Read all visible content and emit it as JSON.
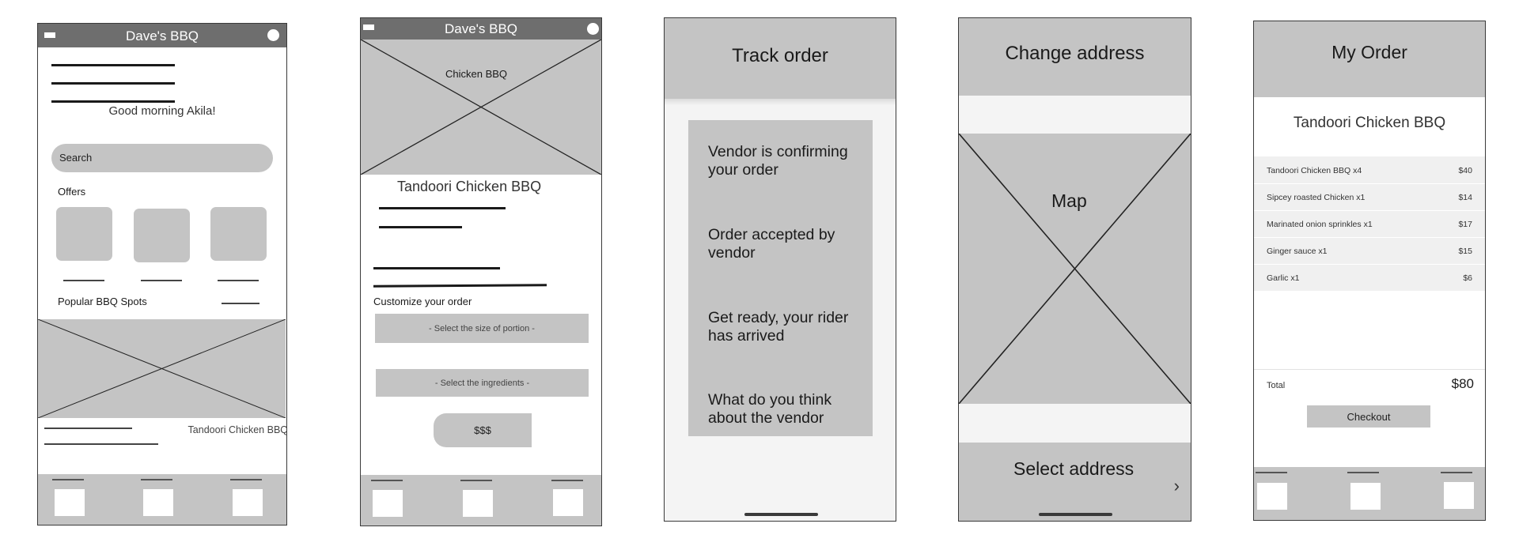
{
  "screen1": {
    "title": "Dave's BBQ",
    "greeting": "Good morning Akila!",
    "search_placeholder": "Search",
    "offers_label": "Offers",
    "popular_label": "Popular BBQ Spots",
    "card_title": "Tandoori Chicken BBQ"
  },
  "screen2": {
    "title": "Dave's BBQ",
    "banner_label": "Chicken BBQ",
    "dish_title": "Tandoori Chicken BBQ",
    "customize_label": "Customize your order",
    "portion_select": "- Select the size of portion -",
    "ingredients_select": "- Select the ingredients -",
    "price_button": "$$$"
  },
  "screen3": {
    "title": "Track order",
    "steps": [
      "Vendor is confirming your order",
      "Order accepted by vendor",
      "Get ready, your rider has arrived",
      "What do you think about the vendor"
    ]
  },
  "screen4": {
    "title": "Change address",
    "map_label": "Map",
    "select_label": "Select address",
    "chevron": "›"
  },
  "screen5": {
    "title": "My Order",
    "dish_title": "Tandoori Chicken BBQ",
    "items": [
      {
        "name": "Tandoori Chicken BBQ x4",
        "price": "$40"
      },
      {
        "name": "Sipcey roasted Chicken x1",
        "price": "$14"
      },
      {
        "name": "Marinated onion sprinkles x1",
        "price": "$17"
      },
      {
        "name": "Ginger sauce  x1",
        "price": "$15"
      },
      {
        "name": "Garlic x1",
        "price": "$6"
      }
    ],
    "total_label": "Total",
    "total_value": "$80",
    "checkout_label": "Checkout"
  },
  "colors": {
    "placeholder_gray": "#c4c4c4",
    "header_gray": "#6e6e6e",
    "light_panel": "#f4f4f4"
  }
}
